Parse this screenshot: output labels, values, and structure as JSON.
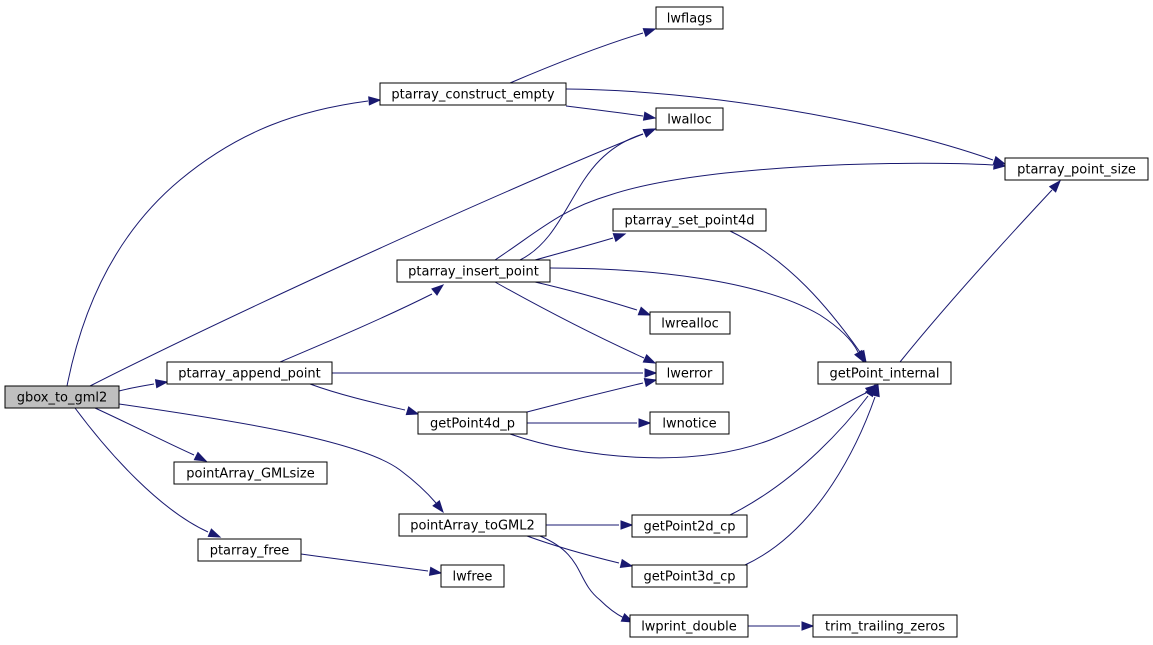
{
  "diagram": {
    "type": "call-graph",
    "colors": {
      "edge": "#191970",
      "node_border": "#000000",
      "node_fill": "#ffffff",
      "root_fill": "#bfbfbf"
    },
    "nodes": [
      {
        "id": "gbox_to_gml2",
        "label": "gbox_to_gml2",
        "root": true
      },
      {
        "id": "ptarray_construct_empty",
        "label": "ptarray_construct_empty"
      },
      {
        "id": "lwflags",
        "label": "lwflags"
      },
      {
        "id": "lwalloc",
        "label": "lwalloc"
      },
      {
        "id": "ptarray_point_size",
        "label": "ptarray_point_size"
      },
      {
        "id": "ptarray_set_point4d",
        "label": "ptarray_set_point4d"
      },
      {
        "id": "ptarray_insert_point",
        "label": "ptarray_insert_point"
      },
      {
        "id": "lwrealloc",
        "label": "lwrealloc"
      },
      {
        "id": "ptarray_append_point",
        "label": "ptarray_append_point"
      },
      {
        "id": "lwerror",
        "label": "lwerror"
      },
      {
        "id": "getPoint_internal",
        "label": "getPoint_internal"
      },
      {
        "id": "getPoint4d_p",
        "label": "getPoint4d_p"
      },
      {
        "id": "lwnotice",
        "label": "lwnotice"
      },
      {
        "id": "pointArray_GMLsize",
        "label": "pointArray_GMLsize"
      },
      {
        "id": "pointArray_toGML2",
        "label": "pointArray_toGML2"
      },
      {
        "id": "getPoint2d_cp",
        "label": "getPoint2d_cp"
      },
      {
        "id": "ptarray_free",
        "label": "ptarray_free"
      },
      {
        "id": "lwfree",
        "label": "lwfree"
      },
      {
        "id": "getPoint3d_cp",
        "label": "getPoint3d_cp"
      },
      {
        "id": "lwprint_double",
        "label": "lwprint_double"
      },
      {
        "id": "trim_trailing_zeros",
        "label": "trim_trailing_zeros"
      }
    ],
    "edges": [
      {
        "from": "gbox_to_gml2",
        "to": "ptarray_construct_empty"
      },
      {
        "from": "gbox_to_gml2",
        "to": "lwalloc"
      },
      {
        "from": "gbox_to_gml2",
        "to": "ptarray_append_point"
      },
      {
        "from": "gbox_to_gml2",
        "to": "pointArray_GMLsize"
      },
      {
        "from": "gbox_to_gml2",
        "to": "ptarray_free"
      },
      {
        "from": "gbox_to_gml2",
        "to": "pointArray_toGML2"
      },
      {
        "from": "ptarray_construct_empty",
        "to": "lwflags"
      },
      {
        "from": "ptarray_construct_empty",
        "to": "lwalloc"
      },
      {
        "from": "ptarray_construct_empty",
        "to": "ptarray_point_size"
      },
      {
        "from": "ptarray_append_point",
        "to": "ptarray_insert_point"
      },
      {
        "from": "ptarray_append_point",
        "to": "lwerror"
      },
      {
        "from": "ptarray_append_point",
        "to": "getPoint4d_p"
      },
      {
        "from": "ptarray_insert_point",
        "to": "lwalloc"
      },
      {
        "from": "ptarray_insert_point",
        "to": "ptarray_point_size"
      },
      {
        "from": "ptarray_insert_point",
        "to": "ptarray_set_point4d"
      },
      {
        "from": "ptarray_insert_point",
        "to": "getPoint_internal"
      },
      {
        "from": "ptarray_insert_point",
        "to": "lwrealloc"
      },
      {
        "from": "ptarray_insert_point",
        "to": "lwerror"
      },
      {
        "from": "ptarray_set_point4d",
        "to": "getPoint_internal"
      },
      {
        "from": "getPoint_internal",
        "to": "ptarray_point_size"
      },
      {
        "from": "getPoint4d_p",
        "to": "lwerror"
      },
      {
        "from": "getPoint4d_p",
        "to": "lwnotice"
      },
      {
        "from": "getPoint4d_p",
        "to": "getPoint_internal"
      },
      {
        "from": "pointArray_toGML2",
        "to": "getPoint2d_cp"
      },
      {
        "from": "pointArray_toGML2",
        "to": "getPoint3d_cp"
      },
      {
        "from": "pointArray_toGML2",
        "to": "lwprint_double"
      },
      {
        "from": "getPoint2d_cp",
        "to": "getPoint_internal"
      },
      {
        "from": "getPoint3d_cp",
        "to": "getPoint_internal"
      },
      {
        "from": "ptarray_free",
        "to": "lwfree"
      },
      {
        "from": "lwprint_double",
        "to": "trim_trailing_zeros"
      }
    ]
  }
}
